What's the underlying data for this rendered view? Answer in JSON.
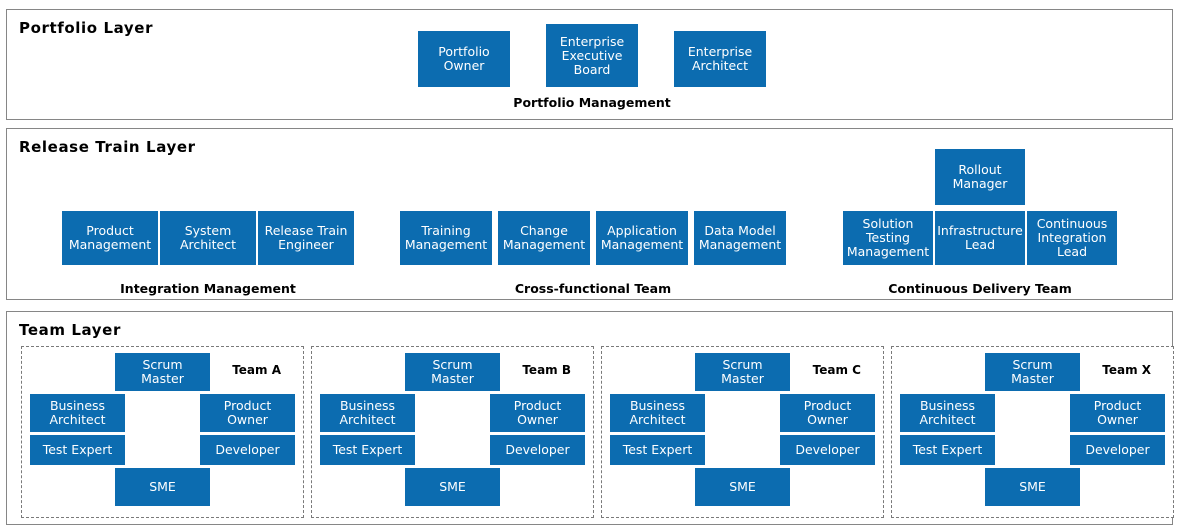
{
  "colors": {
    "box_fill": "#0c6cb0",
    "box_text": "#ffffff",
    "panel_border": "#868686",
    "team_panel_border": "#7a7a7a",
    "background": "#ffffff",
    "title_text": "#000000"
  },
  "layers": {
    "portfolio": {
      "title": "Portfolio Layer",
      "groups": [
        {
          "caption": "Portfolio Management",
          "boxes": [
            {
              "label": "Portfolio\nOwner"
            },
            {
              "label": "Enterprise\nExecutive\nBoard"
            },
            {
              "label": "Enterprise\nArchitect"
            }
          ]
        }
      ]
    },
    "release_train": {
      "title": "Release Train Layer",
      "groups": [
        {
          "caption": "Integration Management",
          "boxes": [
            {
              "label": "Product\nManagement"
            },
            {
              "label": "System\nArchitect"
            },
            {
              "label": "Release Train\nEngineer"
            }
          ]
        },
        {
          "caption": "Cross-functional Team",
          "boxes": [
            {
              "label": "Training\nManagement"
            },
            {
              "label": "Change\nManagement"
            },
            {
              "label": "Application\nManagement"
            },
            {
              "label": "Data Model\nManagement"
            }
          ]
        },
        {
          "caption": "Continuous Delivery Team",
          "boxes": [
            {
              "label": "Rollout\nManager"
            },
            {
              "label": "Solution\nTesting\nManagement"
            },
            {
              "label": "Infrastructure\nLead"
            },
            {
              "label": "Continuous\nIntegration\nLead"
            }
          ]
        }
      ]
    },
    "team": {
      "title": "Team Layer",
      "teams": [
        {
          "name": "Team A",
          "roles": {
            "scrum_master": "Scrum\nMaster",
            "business_architect": "Business\nArchitect",
            "product_owner": "Product\nOwner",
            "test_expert": "Test Expert",
            "developer": "Developer",
            "sme": "SME"
          }
        },
        {
          "name": "Team B",
          "roles": {
            "scrum_master": "Scrum\nMaster",
            "business_architect": "Business\nArchitect",
            "product_owner": "Product\nOwner",
            "test_expert": "Test Expert",
            "developer": "Developer",
            "sme": "SME"
          }
        },
        {
          "name": "Team C",
          "roles": {
            "scrum_master": "Scrum\nMaster",
            "business_architect": "Business\nArchitect",
            "product_owner": "Product\nOwner",
            "test_expert": "Test Expert",
            "developer": "Developer",
            "sme": "SME"
          }
        },
        {
          "name": "Team X",
          "roles": {
            "scrum_master": "Scrum\nMaster",
            "business_architect": "Business\nArchitect",
            "product_owner": "Product\nOwner",
            "test_expert": "Test Expert",
            "developer": "Developer",
            "sme": "SME"
          }
        }
      ]
    }
  }
}
